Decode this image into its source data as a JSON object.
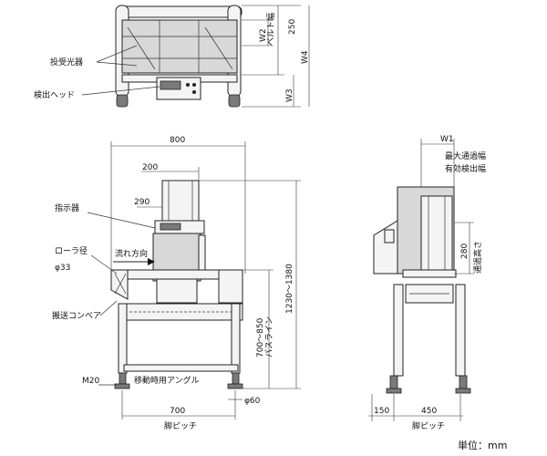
{
  "top_view": {
    "labels": {
      "emitter_receiver": "投受光器",
      "detection_head": "検出ヘッド"
    },
    "dimensions": {
      "w2": "W2",
      "belt_width": "ベルト幅",
      "d250": "250",
      "w3": "W3",
      "w4": "W4"
    }
  },
  "front_view": {
    "labels": {
      "indicator": "指示器",
      "roller_dia": "ローラ径",
      "roller_phi": "φ33",
      "flow_direction": "流れ方向",
      "conveyor": "搬送コンベア",
      "m20": "M20",
      "moving_angle": "移動時用アングル"
    },
    "dimensions": {
      "d800": "800",
      "d200": "200",
      "d290": "290",
      "d700_850": "700～850",
      "pass_line": "パスライン",
      "d1230_1380": "1230～1380",
      "d700": "700",
      "phi60": "φ60",
      "leg_pitch": "脚ピッチ"
    }
  },
  "side_view": {
    "labels": {
      "max_width": "最大通過幅",
      "effective_width": "有効検出幅",
      "pass_height": "通過高さ"
    },
    "dimensions": {
      "w1": "W1",
      "d280": "280",
      "d150": "150",
      "d450": "450",
      "leg_pitch": "脚ピッチ"
    }
  },
  "unit_label": "単位：mm"
}
